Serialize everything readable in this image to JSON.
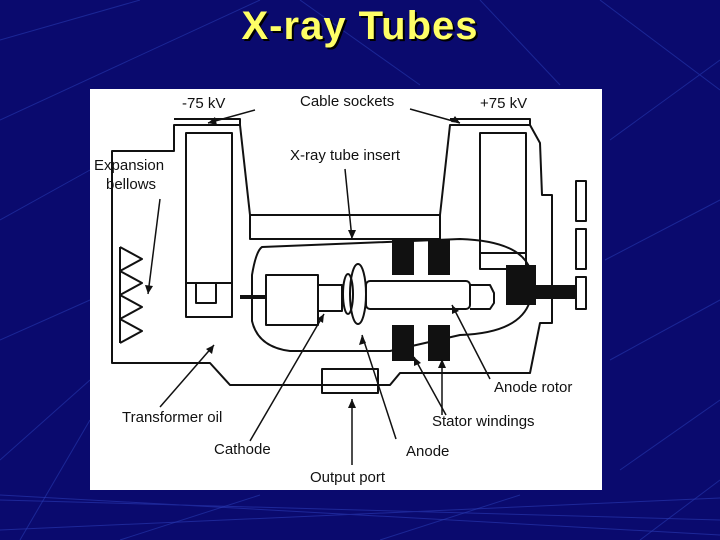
{
  "slide": {
    "title": "X-ray Tubes"
  },
  "diagram": {
    "labels": {
      "neg_voltage": "-75 kV",
      "pos_voltage": "+75 kV",
      "cable_sockets": "Cable sockets",
      "tube_insert": "X-ray tube insert",
      "expansion_line1": "Expansion",
      "expansion_line2": "bellows",
      "transformer_oil": "Transformer oil",
      "cathode": "Cathode",
      "output_port": "Output port",
      "anode": "Anode",
      "stator_windings": "Stator windings",
      "anode_rotor": "Anode rotor"
    }
  }
}
